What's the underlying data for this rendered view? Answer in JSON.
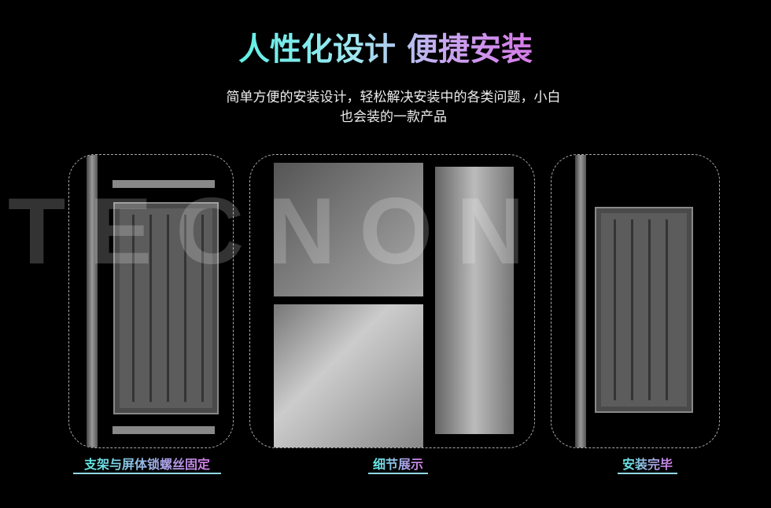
{
  "watermark": "TECNON",
  "header": {
    "title": "人性化设计 便捷安装",
    "subtitle_line1": "简单方便的安装设计，轻松解决安装中的各类问题，小白",
    "subtitle_line2": "也会装的一款产品"
  },
  "panels": [
    {
      "caption": "支架与屏体锁螺丝固定"
    },
    {
      "caption": "细节展示"
    },
    {
      "caption": "安装完毕"
    }
  ],
  "colors": {
    "gradient_start": "#5ff0e6",
    "gradient_end": "#d57ae8"
  }
}
